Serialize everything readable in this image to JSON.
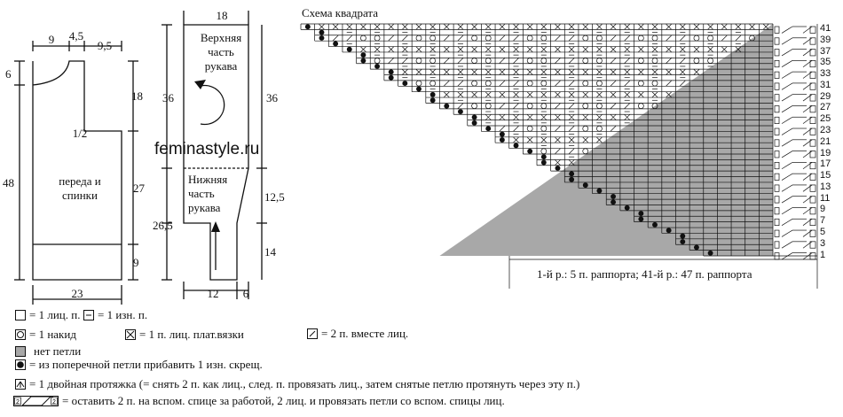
{
  "pattern": {
    "dims": {
      "top_9": "9",
      "top_4_5": "4,5",
      "top_9_5": "9,5",
      "left_6": "6",
      "right_18": "18",
      "left_48": "48",
      "right_27": "27",
      "right_9": "9",
      "bottom_23": "23"
    },
    "piece_text_1": "1/2",
    "piece_text_2": "переда и",
    "piece_text_3": "спинки"
  },
  "sleeve": {
    "dims": {
      "top_18": "18",
      "left_36": "36",
      "right_36": "36",
      "right_12_5": "12,5",
      "left_26_5": "26,5",
      "right_14": "14",
      "bottom_12": "12",
      "bottom_6": "6"
    },
    "upper_1": "Верхняя",
    "upper_2": "часть",
    "upper_3": "рукава",
    "lower_1": "Нижняя",
    "lower_2": "часть",
    "lower_3": "рукава"
  },
  "watermark": "feminastyle.ru",
  "chart": {
    "title": "Схема квадрата",
    "row_numbers": [
      "41",
      "39",
      "37",
      "35",
      "33",
      "31",
      "29",
      "27",
      "25",
      "23",
      "21",
      "19",
      "17",
      "15",
      "13",
      "11",
      "9",
      "7",
      "5",
      "3",
      "1"
    ],
    "caption": "1-й р.: 5 п. раппорта; 41-й р.: 47 п. раппорта"
  },
  "legend": {
    "knit": "= 1 лиц. п.",
    "purl": "= 1 изн. п.",
    "yo": "= 1 накид",
    "ktbl": "= 1 п. лиц. плат.вязки",
    "k2tog": "= 2 п. вместе лиц.",
    "no_stitch": "нет петли",
    "inc": "= из поперечной петли прибавить 1 изн. скрещ.",
    "double_dec": "= 1 двойная протяжка (= снять 2 п. как лиц., след. п. провязать лиц., затем снятые петлю протянуть через эту п.)",
    "cable": "= оставить 2 п. на вспом. спице за работой, 2 лиц. и провязать петли со вспом. спицы лиц.",
    "cable_marks": [
      "2",
      "2"
    ]
  }
}
